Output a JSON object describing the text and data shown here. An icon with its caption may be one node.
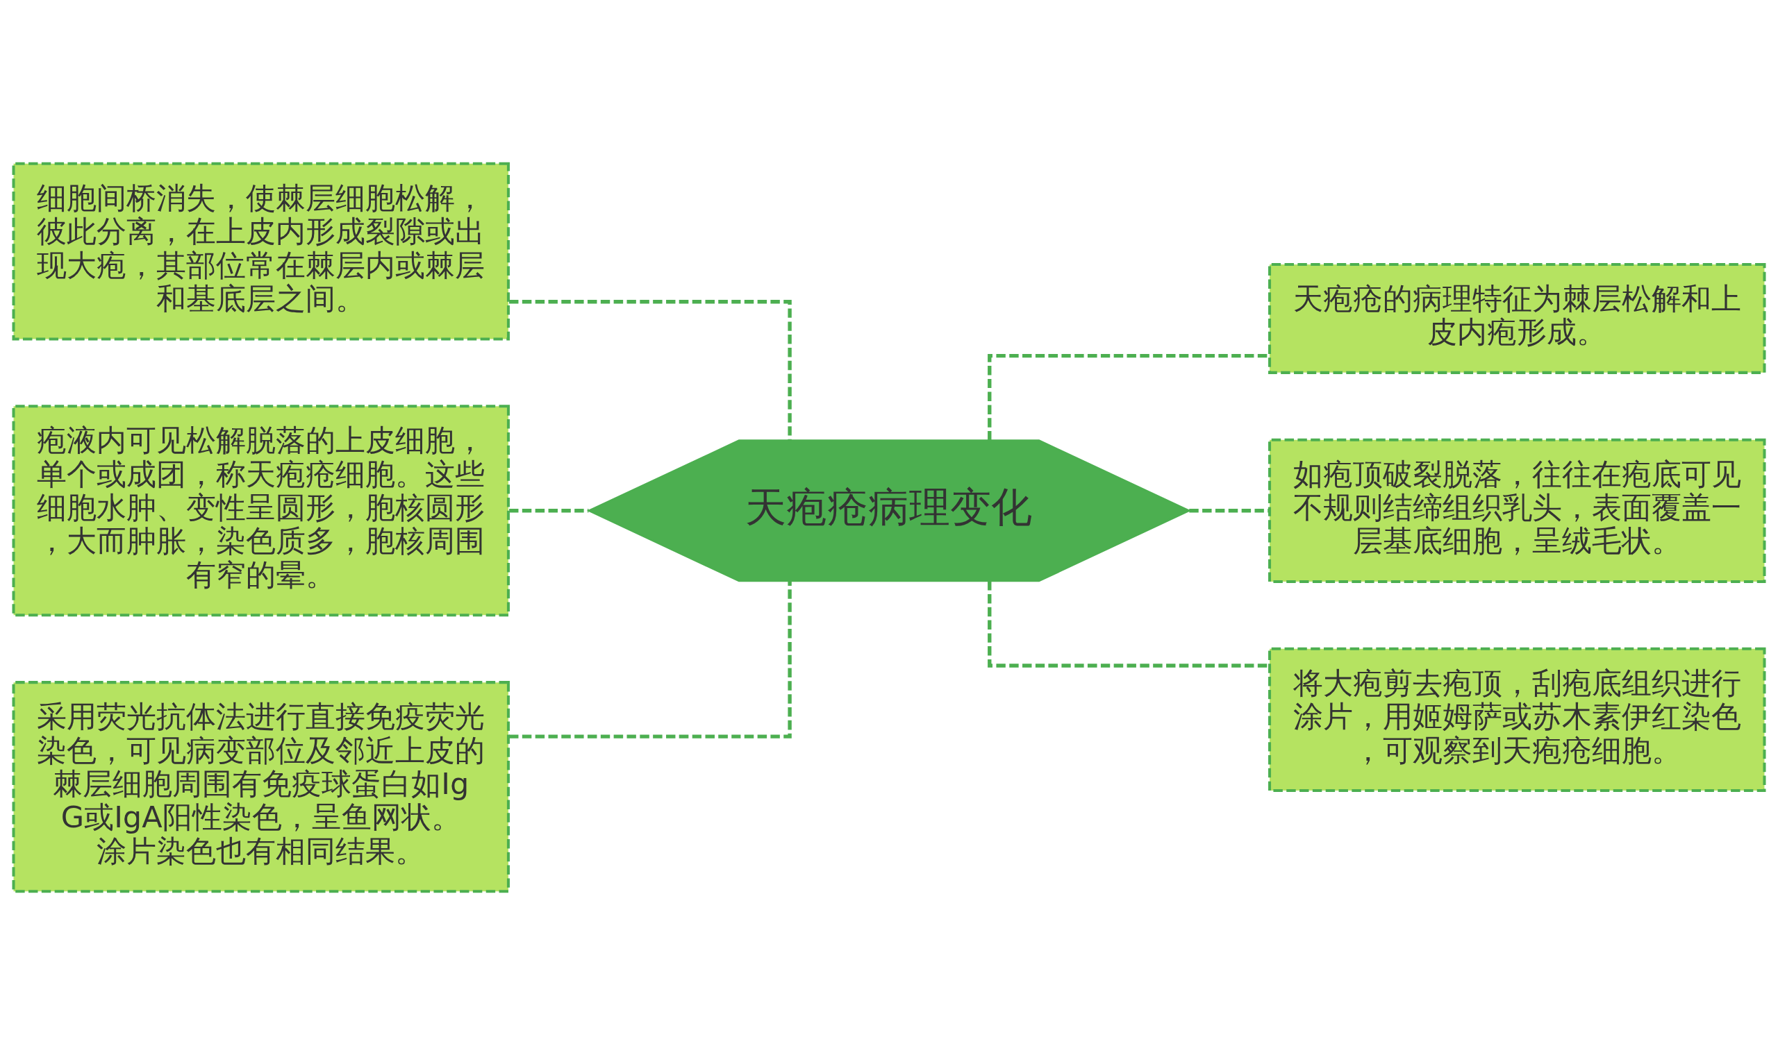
{
  "diagram": {
    "nodes": [
      {
        "text": [
          "天疱疮病理变化"
        ]
      },
      {
        "text": [
          "细胞间桥消失，使棘层细胞松解，彼此分离，在上皮内形成裂隙或出现大疱，其部位常在棘层内或棘层和基底层之间。"
        ]
      },
      {
        "text": [
          "疱液内可见松解脱落的上皮细胞，单个或成团，称天疱疮细胞。这些细胞水肿、变性呈圆形，胞核圆形，大而肿胀，染色质多，胞核周围有窄的晕。"
        ]
      },
      {
        "text": [
          "采用荧光抗体法进行直接免疫荧光染色，可见病变部位及邻近上皮的棘层细胞周围有免疫球蛋白如IgG或IgA阳性染色，呈鱼网状。涂片染色也有相同结果。"
        ]
      },
      {
        "text": [
          "天疱疮的病理特征为棘层松解和上皮内疱形成。"
        ]
      },
      {
        "text": [
          "如疱顶破裂脱落，往往在疱底可见不规则结缔组织乳头，表面覆盖一层基底细胞，呈绒毛状。"
        ]
      },
      {
        "text": [
          "将大疱剪去疱顶，刮疱底组织进行涂片，用姬姆萨或苏木素伊红染色，可观察到天疱疮细胞。"
        ]
      }
    ],
    "edges": [
      {
        "from": 0,
        "to": 1,
        "arrow": "none",
        "style": "dashed"
      },
      {
        "from": 0,
        "to": 2,
        "arrow": "none",
        "style": "dashed"
      },
      {
        "from": 0,
        "to": 3,
        "arrow": "none",
        "style": "dashed"
      },
      {
        "from": 0,
        "to": 4,
        "arrow": "none",
        "style": "dashed"
      },
      {
        "from": 0,
        "to": 5,
        "arrow": "none",
        "style": "dashed"
      },
      {
        "from": 0,
        "to": 6,
        "arrow": "none",
        "style": "dashed"
      }
    ]
  }
}
